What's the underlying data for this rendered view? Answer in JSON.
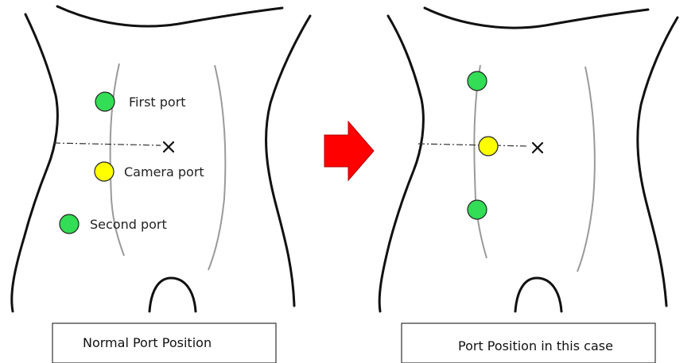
{
  "left_panel": {
    "ports": [
      {
        "label": "First port",
        "color": "#33dd55"
      },
      {
        "label": "Camera port",
        "color": "#ffff00"
      },
      {
        "label": "Second port",
        "color": "#33dd55"
      }
    ],
    "target_marker": "x-mark-icon",
    "caption": "Normal Port Position"
  },
  "arrow": {
    "icon": "right-arrow-icon",
    "color": "#ff0000"
  },
  "right_panel": {
    "ports": [
      {
        "color": "#33dd55"
      },
      {
        "color": "#ffff00"
      },
      {
        "color": "#33dd55"
      }
    ],
    "target_marker": "x-mark-icon",
    "caption": "Port Position in this case"
  }
}
